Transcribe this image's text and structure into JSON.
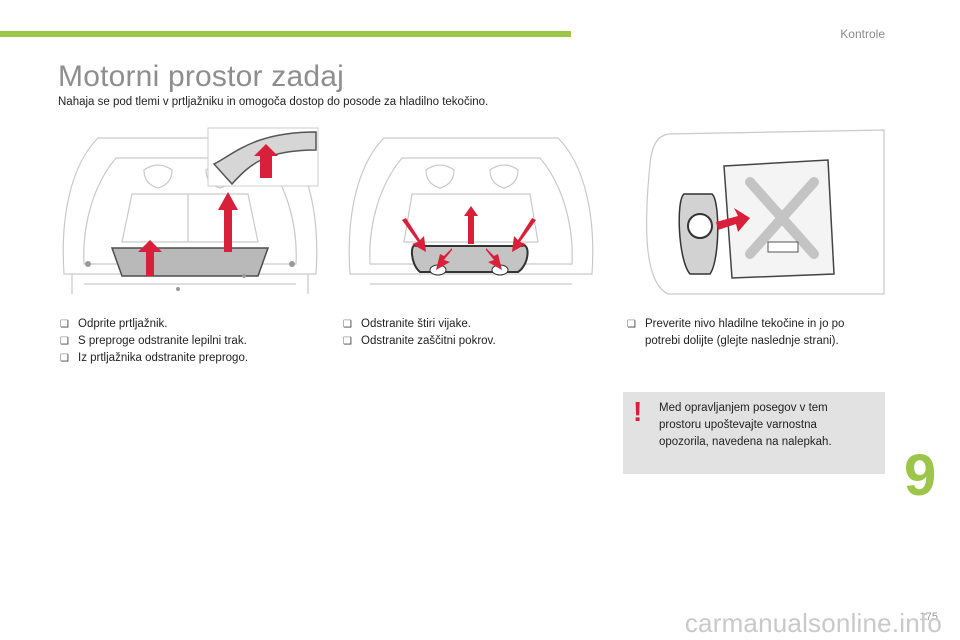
{
  "header": {
    "section_title": "Kontrole",
    "accent_color": "#9bc64a"
  },
  "page_title": "Motorni prostor zadaj",
  "intro": "Nahaja se pod tlemi v prtljažniku in omogoča dostop do posode za hladilno tekočino.",
  "columns": [
    {
      "steps": [
        "Odprite prtljažnik.",
        "S preproge odstranite lepilni trak.",
        "Iz prtljažnika odstranite preprogo."
      ]
    },
    {
      "steps": [
        "Odstranite štiri vijake.",
        "Odstranite zaščitni pokrov."
      ]
    },
    {
      "steps": [
        "Preverite nivo hladilne tekočine in jo po potrebi dolijte (glejte naslednje strani)."
      ]
    }
  ],
  "bullet_glyph": "❑",
  "warning": {
    "mark": "!",
    "text": "Med opravljanjem posegov v tem prostoru upoštevajte varnostna opozorila, navedena na nalepkah.",
    "color": "#d8203a"
  },
  "chapter_number": "9",
  "page_number": "175",
  "watermark": "carmanualsonline.info"
}
